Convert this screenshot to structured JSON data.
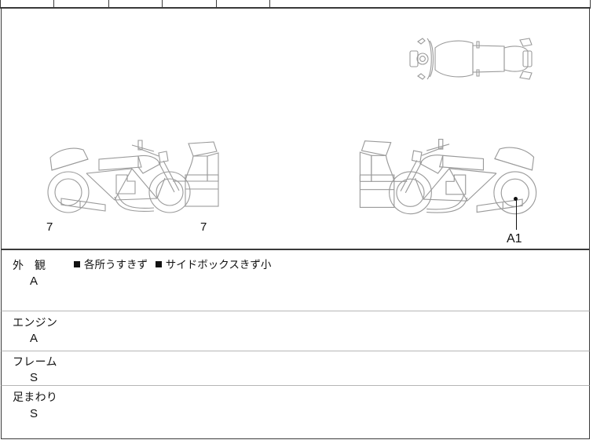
{
  "sheet": {
    "title": "motorcycle-inspection-condition-sheet",
    "header_columns": [
      "",
      "",
      "",
      "",
      "",
      "",
      ""
    ],
    "line_art_color": "#9a9a9a",
    "border_color": "#3a3a3a",
    "text_color": "#111111"
  },
  "diagram": {
    "views": [
      {
        "name": "top-view",
        "label": ""
      },
      {
        "name": "left-side-view",
        "label": ""
      },
      {
        "name": "right-side-view",
        "label": ""
      }
    ],
    "damage_marks": [
      {
        "code": "7",
        "view": "left-side-view",
        "position": "front-left"
      },
      {
        "code": "7",
        "view": "left-side-view",
        "position": "rear-left"
      },
      {
        "code": "A1",
        "view": "right-side-view",
        "position": "lower-rear-right"
      }
    ]
  },
  "conditions": [
    {
      "category": "外　観",
      "grade": "A",
      "notes": [
        {
          "marker": "■",
          "text": "各所うすきず"
        },
        {
          "marker": "■",
          "text": "サイドボックスきず小"
        }
      ]
    },
    {
      "category": "エンジン",
      "grade": "A",
      "notes": []
    },
    {
      "category": "フレーム",
      "grade": "S",
      "notes": []
    },
    {
      "category": "足まわり",
      "grade": "S",
      "notes": []
    }
  ]
}
